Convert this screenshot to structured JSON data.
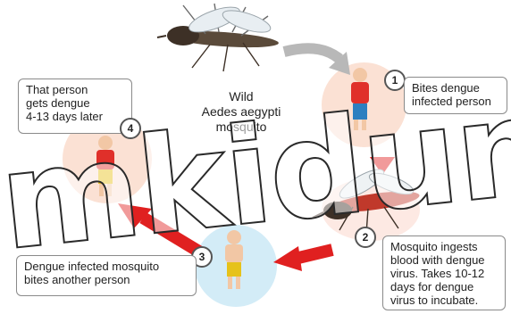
{
  "header": {
    "wild_line1": "Wild",
    "wild_line2": "Aedes aegypti",
    "wild_line3": "mosquito"
  },
  "steps": [
    {
      "num": "1",
      "lines": [
        "Bites dengue",
        "infected person"
      ]
    },
    {
      "num": "2",
      "lines": [
        "Mosquito ingests",
        "blood with dengue",
        "virus. Takes 10-12",
        "days for dengue",
        "virus to incubate."
      ]
    },
    {
      "num": "3",
      "lines": [
        "Dengue infected mosquito",
        "bites another person"
      ]
    },
    {
      "num": "4",
      "lines": [
        "That person",
        "gets dengue",
        "4-13 days later"
      ]
    }
  ],
  "watermark": "mkidun",
  "colors": {
    "arrow_red": "#e02020",
    "arrow_grey": "#b8b8b8",
    "glow_pink": "#fbe1d4",
    "glow_blue": "#d3ecf7",
    "box_border": "#8a8a8a"
  }
}
